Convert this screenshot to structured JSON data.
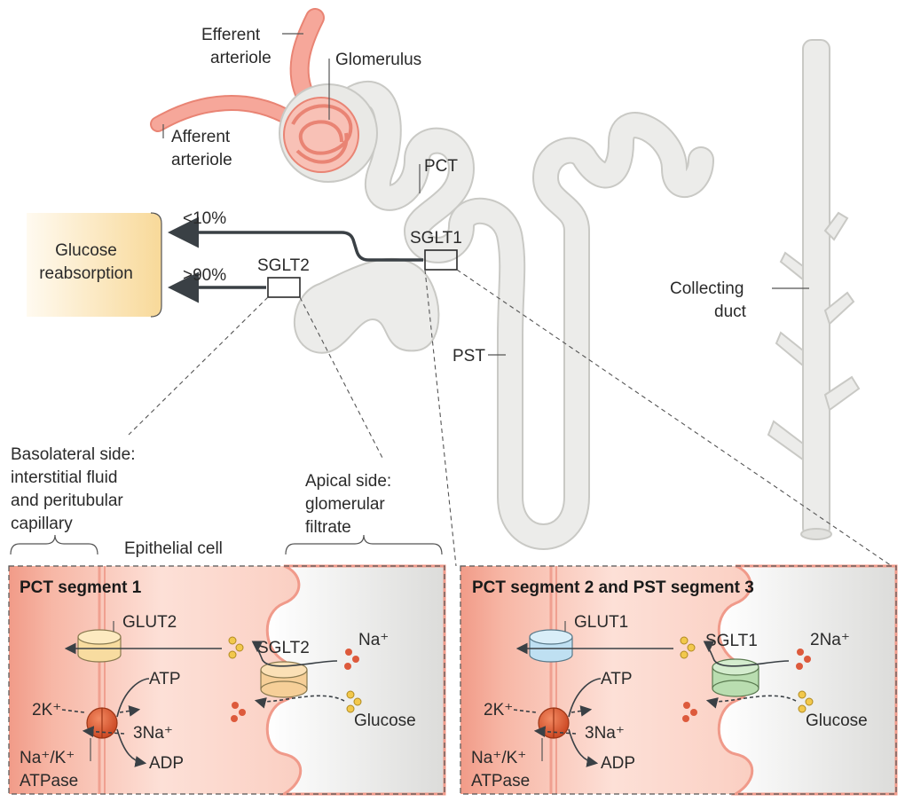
{
  "labels": {
    "efferent_arteriole": [
      "Efferent",
      "arteriole"
    ],
    "afferent_arteriole": [
      "Afferent",
      "arteriole"
    ],
    "glomerulus": "Glomerulus",
    "pct": "PCT",
    "sglt1": "SGLT1",
    "sglt2": "SGLT2",
    "pst": "PST",
    "collecting_duct": [
      "Collecting",
      "duct"
    ],
    "glucose_reabsorption": [
      "Glucose",
      "reabsorption"
    ],
    "lt10": "<10%",
    "gt90": ">90%",
    "basolateral": [
      "Basolateral side:",
      "interstitial fluid",
      "and peritubular",
      "capillary"
    ],
    "apical": [
      "Apical side:",
      "glomerular",
      "filtrate"
    ],
    "epithelial_cell": "Epithelial cell"
  },
  "panels": [
    {
      "title": "PCT segment 1",
      "glut": "GLUT2",
      "sglt": "SGLT2",
      "na": "Na⁺",
      "atp": "ATP",
      "k": "2K⁺",
      "na3": "3Na⁺",
      "adp": "ADP",
      "glucose": "Glucose",
      "atpase": [
        "Na⁺/K⁺",
        "ATPase"
      ],
      "glut_color": "#f8dca0",
      "sglt_color": "#f6cf98"
    },
    {
      "title": "PCT segment 2 and PST segment 3",
      "glut": "GLUT1",
      "sglt": "SGLT1",
      "na": "2Na⁺",
      "atp": "ATP",
      "k": "2K⁺",
      "na3": "3Na⁺",
      "adp": "ADP",
      "glucose": "Glucose",
      "atpase": [
        "Na⁺/K⁺",
        "ATPase"
      ],
      "glut_color": "#bfe0f2",
      "sglt_color": "#b9ddb0"
    }
  ],
  "colors": {
    "tubule": "#e9e9e6",
    "tubule_edge": "#c9c9c5",
    "vessel": "#f6a79a",
    "vessel_edge": "#e98474",
    "reabsorption_box": "#fbe3b2",
    "arrow": "#3a4045",
    "sodium": "#dd5a3c",
    "glucose": "#f2c84c"
  }
}
